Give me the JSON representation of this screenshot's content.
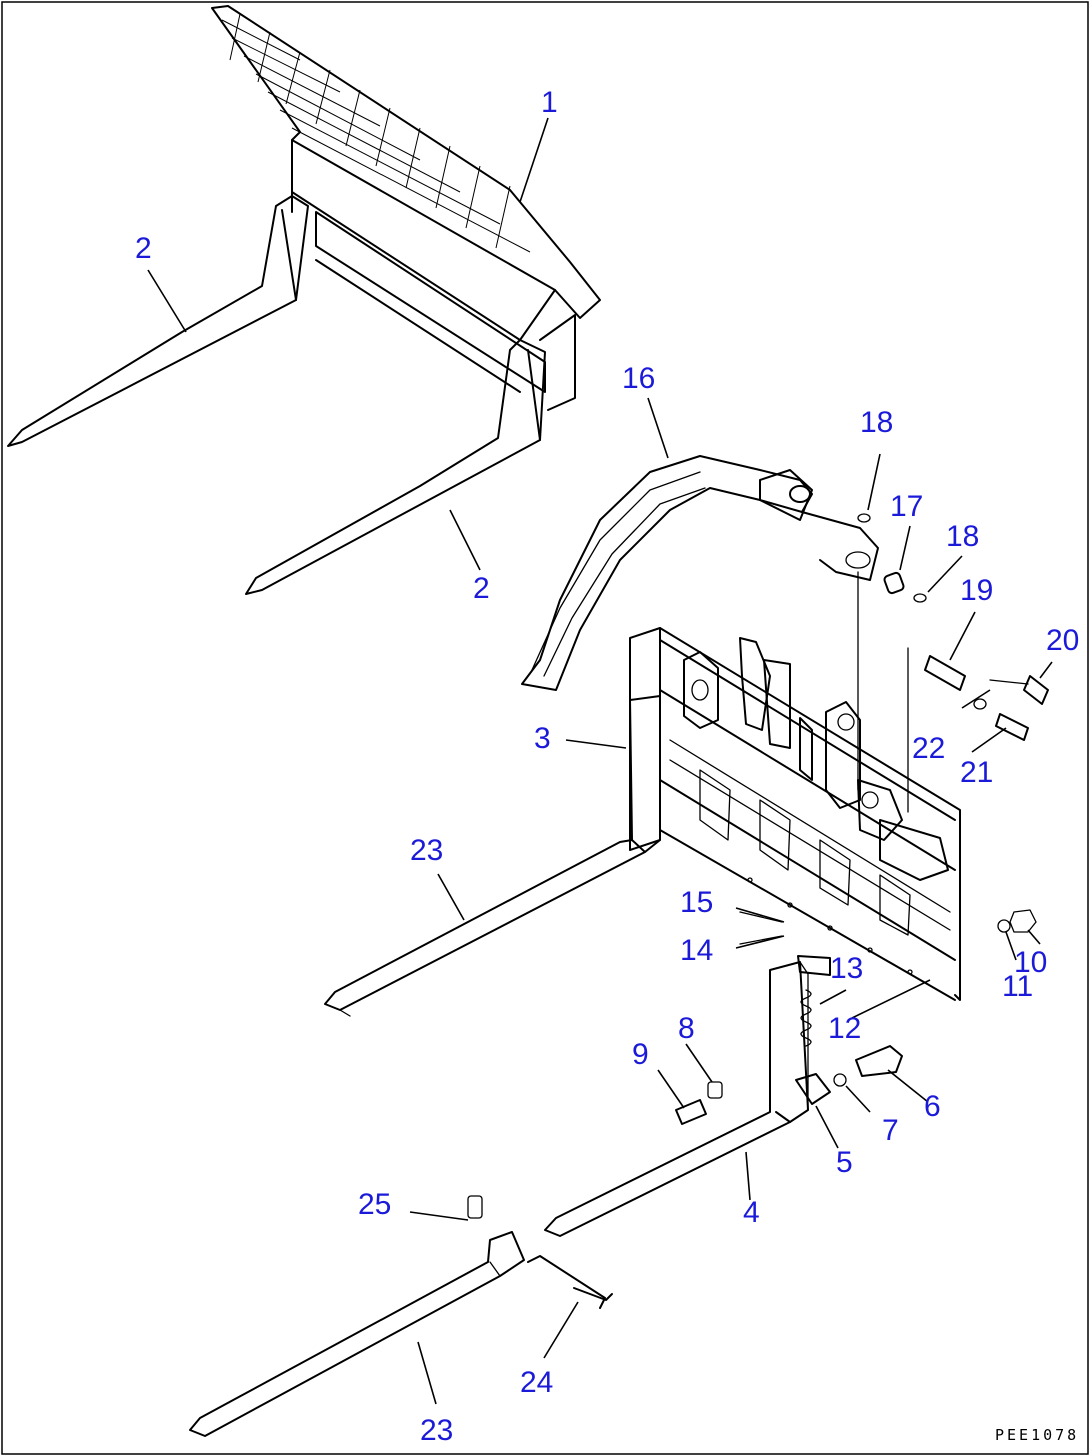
{
  "figure": {
    "drawing_code": "PEE1078"
  },
  "parts": {
    "guard_1": "1",
    "fork_2a": "2",
    "fork_2b": "2",
    "carriage_3": "3",
    "fork_4": "4",
    "part_5": "5",
    "part_6": "6",
    "part_7": "7",
    "part_8": "8",
    "part_9": "9",
    "part_10": "10",
    "part_11": "11",
    "part_12": "12",
    "part_13": "13",
    "part_14": "14",
    "part_15": "15",
    "frame_16": "16",
    "part_17": "17",
    "part_18a": "18",
    "part_18b": "18",
    "part_19": "19",
    "part_20": "20",
    "part_21": "21",
    "part_22": "22",
    "fork_23a": "23",
    "fork_23b": "23",
    "part_24": "24",
    "part_25": "25"
  },
  "colors": {
    "callout": "#1a1ad8",
    "line": "#000000"
  }
}
